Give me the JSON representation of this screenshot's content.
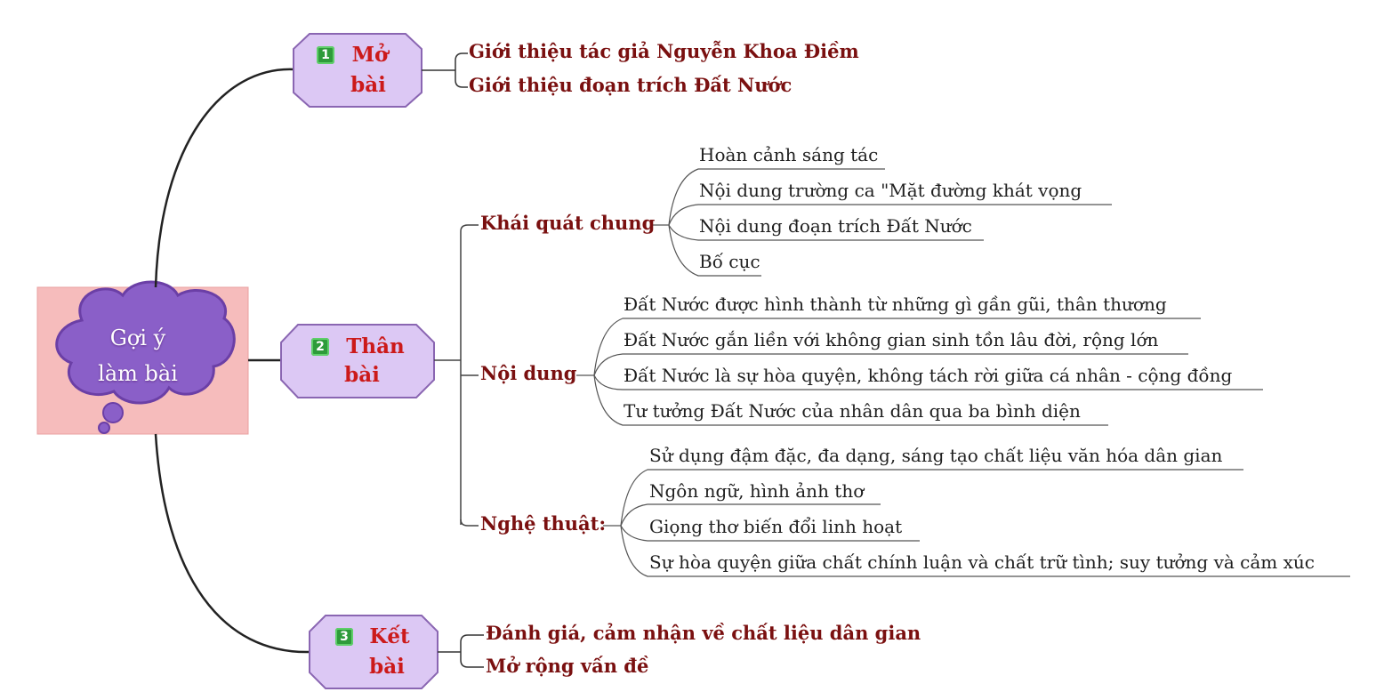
{
  "root": {
    "line1": "Gợi ý",
    "line2": "làm bài"
  },
  "mo_bai": {
    "number": "1",
    "title_line1": "Mở",
    "title_line2": "bài",
    "items": [
      "Giới thiệu tác giả Nguyễn Khoa Điềm",
      "Giới thiệu đoạn trích Đất Nước"
    ]
  },
  "than_bai": {
    "number": "2",
    "title_line1": "Thân",
    "title_line2": "bài",
    "khai_quat": {
      "label": "Khái quát chung",
      "items": [
        "Hoàn cảnh sáng tác",
        "Nội dung trường ca \"Mặt đường khát vọng",
        "Nội dung đoạn trích Đất Nước",
        "Bố cục"
      ]
    },
    "noi_dung": {
      "label": "Nội dung",
      "items": [
        "Đất Nước được hình thành từ những gì gần gũi, thân thương",
        "Đất Nước gắn liền với không gian sinh tồn lâu đời, rộng lớn",
        "Đất Nước là sự hòa quyện, không tách rời giữa cá nhân - cộng đồng",
        "Tư tưởng Đất Nước của nhân dân qua ba bình diện"
      ]
    },
    "nghe_thuat": {
      "label": "Nghệ thuật:",
      "items": [
        "Sử dụng đậm đặc, đa dạng, sáng tạo chất liệu văn hóa dân gian",
        "Ngôn ngữ, hình ảnh thơ",
        "Giọng thơ biến đổi linh hoạt",
        "Sự hòa quyện giữa chất chính luận và chất trữ tình; suy tưởng và cảm xúc"
      ]
    }
  },
  "ket_bai": {
    "number": "3",
    "title_line1": "Kết",
    "title_line2": "bài",
    "items": [
      "Đánh giá, cảm nhận về chất liệu dân gian",
      "Mở rộng vấn đề"
    ]
  }
}
